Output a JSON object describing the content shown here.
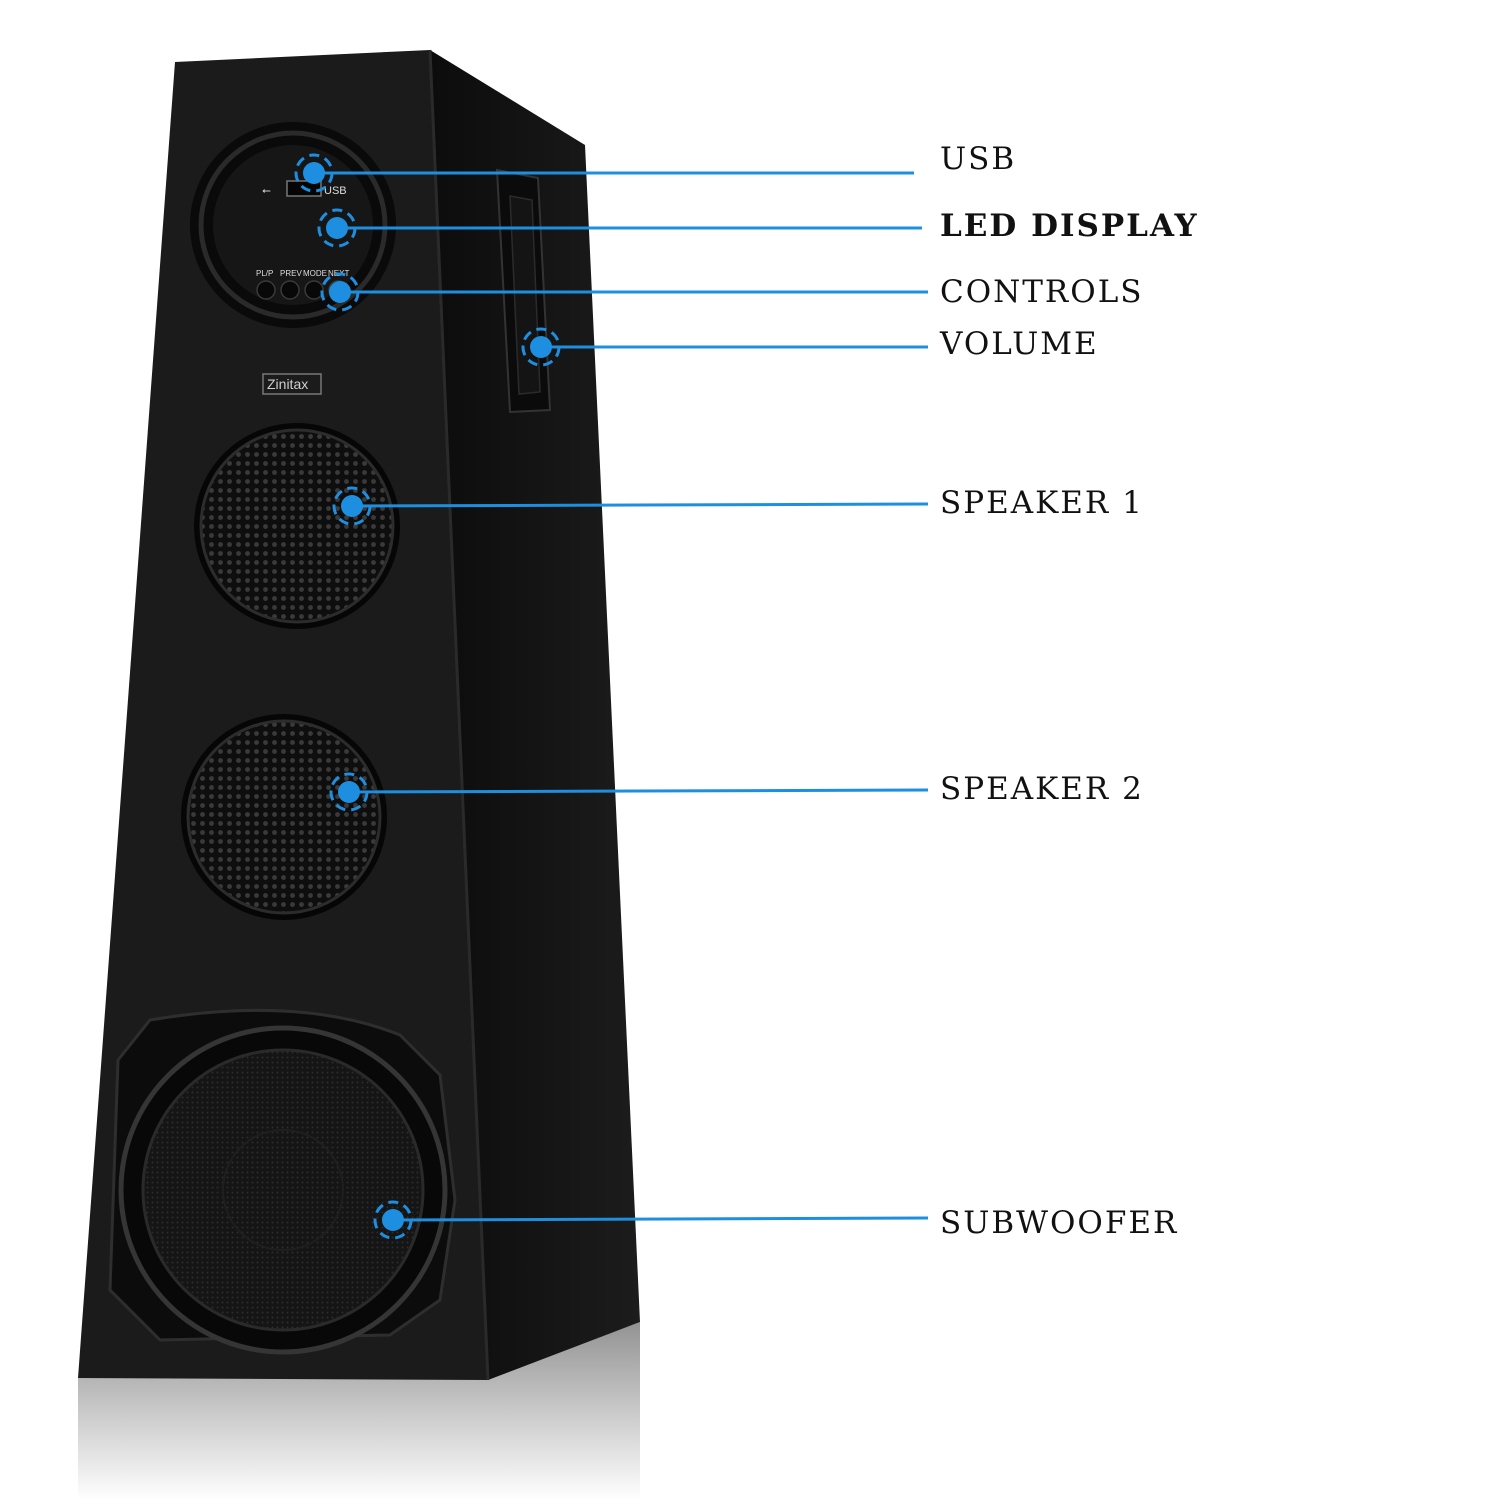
{
  "brand": {
    "logo_text": "Zinitax"
  },
  "panel": {
    "usb_port_label": "USB",
    "button_labels": [
      "PL/P",
      "PREV",
      "MODE",
      "NEXT"
    ]
  },
  "colors": {
    "accent": "#1e8fe0",
    "cabinet": "#1b1b1b",
    "cabinet_side": "#111111",
    "label_text": "#111111",
    "background": "#ffffff"
  },
  "callouts": [
    {
      "id": "usb",
      "label": "USB"
    },
    {
      "id": "led-display",
      "label": "LED DISPLAY"
    },
    {
      "id": "controls",
      "label": "CONTROLS"
    },
    {
      "id": "volume",
      "label": "VOLUME"
    },
    {
      "id": "speaker-1",
      "label": "SPEAKER 1"
    },
    {
      "id": "speaker-2",
      "label": "SPEAKER 2"
    },
    {
      "id": "subwoofer",
      "label": "SUBWOOFER"
    }
  ]
}
